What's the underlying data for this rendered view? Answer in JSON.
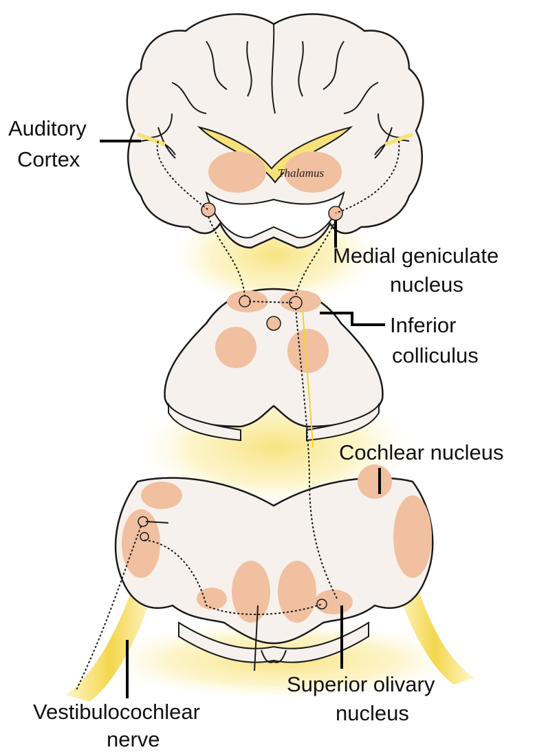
{
  "labels": {
    "auditory_cortex_1": "Auditory",
    "auditory_cortex_2": "Cortex",
    "thalamus": "Thalamus",
    "medial_geniculate_1": "Medial geniculate",
    "medial_geniculate_2": "nucleus",
    "inferior_colliculus_1": "Inferior",
    "inferior_colliculus_2": "colliculus",
    "cochlear_nucleus": "Cochlear nucleus",
    "vestibulocochlear_1": "Vestibulocochlear",
    "vestibulocochlear_2": "nerve",
    "superior_olivary_1": "Superior olivary",
    "superior_olivary_2": "nucleus"
  },
  "colors": {
    "tissue": "#f6f1ec",
    "nucleus": "#f0c0a0",
    "glow": "#f7e27a",
    "nerve": "#f2d23a",
    "outline": "#1a1a1a"
  }
}
